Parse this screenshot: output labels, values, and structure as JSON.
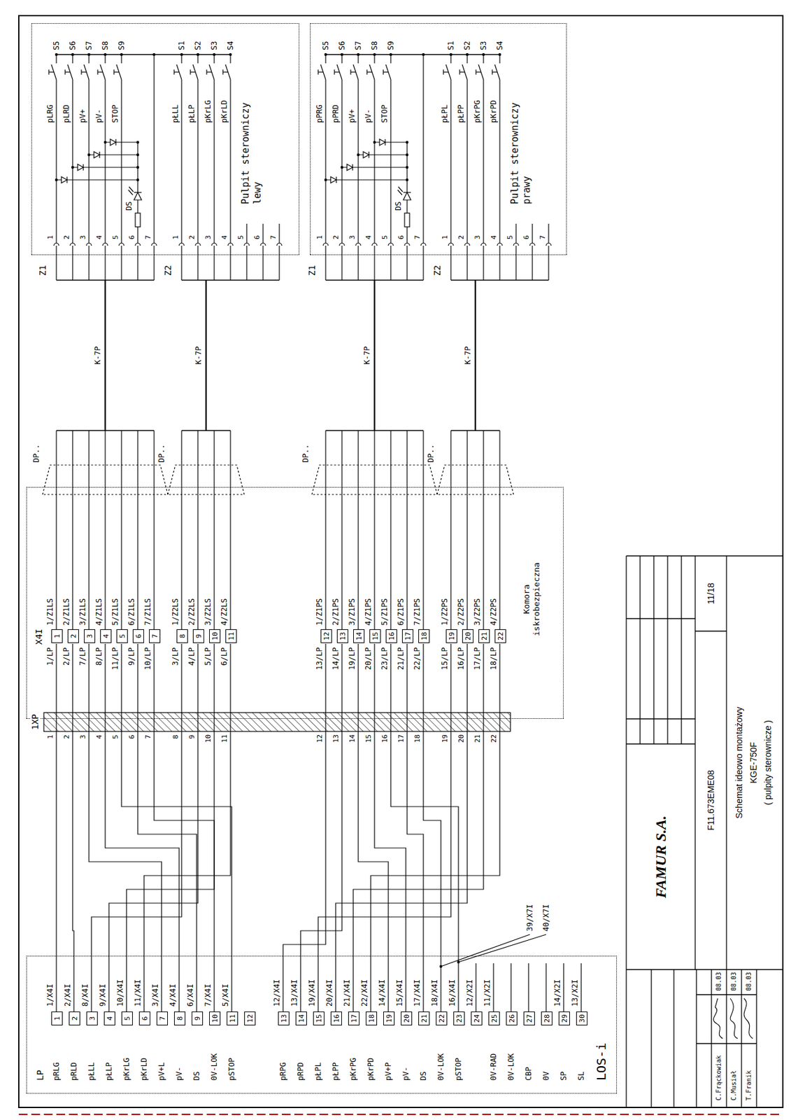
{
  "diagram": {
    "nodes": [
      {
        "text": [
          "LOS-i"
        ]
      },
      {
        "text": [
          "1"
        ],
        "in": 0
      },
      {
        "text": [
          "2"
        ],
        "in": 0
      },
      {
        "text": [
          "3"
        ],
        "in": 0
      },
      {
        "text": [
          "4"
        ],
        "in": 0
      },
      {
        "text": [
          "5"
        ],
        "in": 0
      },
      {
        "text": [
          "6"
        ],
        "in": 0
      },
      {
        "text": [
          "7"
        ],
        "in": 0
      },
      {
        "text": [
          "8"
        ],
        "in": 0
      },
      {
        "text": [
          "9"
        ],
        "in": 0
      },
      {
        "text": [
          "10"
        ],
        "in": 0
      },
      {
        "text": [
          "11"
        ],
        "in": 0
      },
      {
        "text": [
          "12"
        ],
        "in": 0
      },
      {
        "text": [
          "13"
        ],
        "in": 0
      },
      {
        "text": [
          "14"
        ],
        "in": 0
      },
      {
        "text": [
          "15"
        ],
        "in": 0
      },
      {
        "text": [
          "16"
        ],
        "in": 0
      },
      {
        "text": [
          "17"
        ],
        "in": 0
      },
      {
        "text": [
          "18"
        ],
        "in": 0
      },
      {
        "text": [
          "19"
        ],
        "in": 0
      },
      {
        "text": [
          "20"
        ],
        "in": 0
      },
      {
        "text": [
          "21"
        ],
        "in": 0
      },
      {
        "text": [
          "22"
        ],
        "in": 0
      },
      {
        "text": [
          "23"
        ],
        "in": 0
      },
      {
        "text": [
          "24"
        ],
        "in": 0
      },
      {
        "text": [
          "25"
        ],
        "in": 0
      },
      {
        "text": [
          "26"
        ],
        "in": 0
      },
      {
        "text": [
          "27"
        ],
        "in": 0
      },
      {
        "text": [
          "28"
        ],
        "in": 0
      },
      {
        "text": [
          "29"
        ],
        "in": 0
      },
      {
        "text": [
          "30"
        ],
        "in": 0
      },
      {
        "text": [
          "Komora iskrobezpieczna"
        ]
      },
      {
        "text": [
          "1"
        ],
        "in": 31
      },
      {
        "text": [
          "2"
        ],
        "in": 31
      },
      {
        "text": [
          "3"
        ],
        "in": 31
      },
      {
        "text": [
          "4"
        ],
        "in": 31
      },
      {
        "text": [
          "5"
        ],
        "in": 31
      },
      {
        "text": [
          "6"
        ],
        "in": 31
      },
      {
        "text": [
          "7"
        ],
        "in": 31
      },
      {
        "text": [
          "8"
        ],
        "in": 31
      },
      {
        "text": [
          "9"
        ],
        "in": 31
      },
      {
        "text": [
          "10"
        ],
        "in": 31
      },
      {
        "text": [
          "11"
        ],
        "in": 31
      },
      {
        "text": [
          "12"
        ],
        "in": 31
      },
      {
        "text": [
          "13"
        ],
        "in": 31
      },
      {
        "text": [
          "14"
        ],
        "in": 31
      },
      {
        "text": [
          "15"
        ],
        "in": 31
      },
      {
        "text": [
          "16"
        ],
        "in": 31
      },
      {
        "text": [
          "17"
        ],
        "in": 31
      },
      {
        "text": [
          "18"
        ],
        "in": 31
      },
      {
        "text": [
          "19"
        ],
        "in": 31
      },
      {
        "text": [
          "20"
        ],
        "in": 31
      },
      {
        "text": [
          "21"
        ],
        "in": 31
      },
      {
        "text": [
          "22"
        ],
        "in": 31
      },
      {
        "text": [
          "Pulpit sterowniczy lewy"
        ]
      },
      {
        "text": [
          "Pulpit sterowniczy prawy"
        ]
      }
    ],
    "labels": [
      "LP",
      "pRLG",
      "pRLD",
      "pŁLL",
      "pŁLP",
      "pKrLG",
      "pKrLD",
      "pV+L",
      "pV-",
      "DS",
      "0V-LOK",
      "pSTOP",
      "pRPG",
      "pRPD",
      "pŁPL",
      "pŁPP",
      "pKrPG",
      "pKrPD",
      "pV+P",
      "pV-",
      "DS",
      "0V-LOK",
      "pSTOP",
      "0V-RAD",
      "0V-LOK",
      "CBP",
      "0V",
      "SP",
      "SL",
      "1/X4I",
      "2/X4I",
      "8/X4I",
      "9/X4I",
      "10/X4I",
      "11/X4I",
      "3/X4I",
      "4/X4I",
      "6/X4I",
      "7/X4I",
      "5/X4I",
      "12/X4I",
      "13/X4I",
      "19/X4I",
      "20/X4I",
      "21/X4I",
      "22/X4I",
      "14/X4I",
      "15/X4I",
      "17/X4I",
      "18/X4I",
      "16/X4I",
      "12/X2I",
      "11/X2I",
      "14/X2I",
      "13/X2I",
      "39/X7I",
      "40/X7I",
      "1XP",
      "1",
      "2",
      "3",
      "4",
      "5",
      "6",
      "7",
      "8",
      "9",
      "10",
      "11",
      "12",
      "13",
      "14",
      "15",
      "16",
      "17",
      "18",
      "19",
      "20",
      "21",
      "22",
      "X4I",
      "1/LP",
      "2/LP",
      "7/LP",
      "8/LP",
      "11/LP",
      "9/LP",
      "10/LP",
      "3/LP",
      "4/LP",
      "5/LP",
      "6/LP",
      "13/LP",
      "14/LP",
      "19/LP",
      "20/LP",
      "23/LP",
      "21/LP",
      "22/LP",
      "15/LP",
      "16/LP",
      "17/LP",
      "18/LP",
      "1/Z1LS",
      "2/Z1LS",
      "3/Z1LS",
      "4/Z1LS",
      "5/Z1LS",
      "6/Z1LS",
      "7/Z1LS",
      "1/Z2LS",
      "2/Z2LS",
      "3/Z2LS",
      "4/Z2LS",
      "1/Z1PS",
      "2/Z1PS",
      "3/Z1PS",
      "4/Z1PS",
      "5/Z1PS",
      "6/Z1PS",
      "7/Z1PS",
      "1/Z2PS",
      "2/Z2PS",
      "3/Z2PS",
      "4/Z2PS",
      "DP..",
      "DP..",
      "DP..",
      "DP..",
      "K-7P",
      "K-7P",
      "K-7P",
      "K-7P",
      "Z1",
      "1",
      "2",
      "3",
      "4",
      "5",
      "6",
      "7",
      "Z2",
      "1",
      "2",
      "3",
      "4",
      "5",
      "6",
      "7",
      "Z1",
      "1",
      "2",
      "3",
      "4",
      "5",
      "6",
      "7",
      "Z2",
      "1",
      "2",
      "3",
      "4",
      "5",
      "6",
      "7",
      "pLRG",
      "pLRD",
      "pV+",
      "pV-",
      "STOP",
      "S5",
      "S6",
      "S7",
      "S8",
      "S9",
      "DS",
      "pŁLL",
      "pŁLP",
      "pKrLG",
      "pKrLD",
      "S1",
      "S2",
      "S3",
      "S4",
      "pPRG",
      "pPRD",
      "pV+",
      "pV-",
      "STOP",
      "S5",
      "S6",
      "S7",
      "S8",
      "S9",
      "DS",
      "pŁPL",
      "pŁPP",
      "pKrPG",
      "pKrPD",
      "S1",
      "S2",
      "S3",
      "S4",
      "FAMUR S.A.",
      "F11.673EME08",
      "11/18",
      "Schemat ideowo montażowy",
      "KGE-750F",
      "( pulpity sterownicze )",
      "C.Frąckowiak",
      "C.Musiał",
      "T.Franik",
      "08.03",
      "08.03",
      "08.03"
    ]
  }
}
